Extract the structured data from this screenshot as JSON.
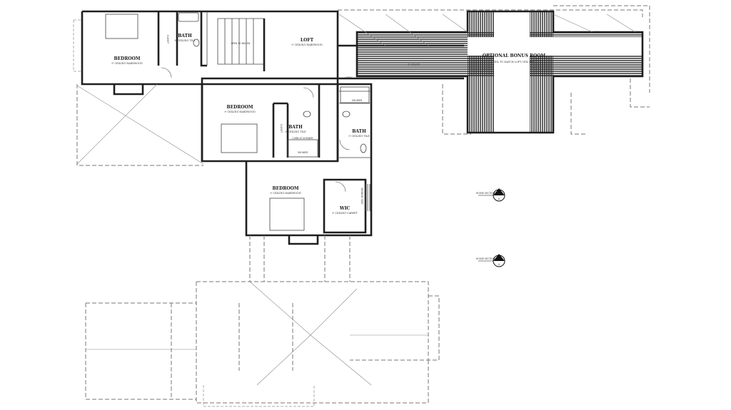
{
  "rooms": {
    "bedroom1": {
      "name": "BEDROOM",
      "sub": "9' CEILING  HARDWOOD"
    },
    "bath1": {
      "name": "BATH",
      "sub": "9' CEILING  TILE"
    },
    "closet1": {
      "name": "CLOSET"
    },
    "open": {
      "name": "OPEN TO BELOW"
    },
    "loft": {
      "name": "LOFT",
      "sub": "9' CEILING  HARDWOOD"
    },
    "bonus": {
      "name": "OPTIONAL BONUS ROOM",
      "sub": "CEIL TO MATCH LOFT CEIL HGT."
    },
    "ceiling_note": "9' CEILING",
    "linen": {
      "name": "LINEN"
    },
    "bedroom2": {
      "name": "BEDROOM",
      "sub": "9' CEILING  HARDWOOD"
    },
    "closet2": {
      "name": "CLOSET"
    },
    "bath2": {
      "name": "BATH",
      "sub": "9' CEILING  TILE"
    },
    "curb": "CURB AT SHOWER",
    "shower2": "SHOWER",
    "shower3": "SHOWER",
    "bath3": {
      "name": "BATH",
      "sub": "9' CEILING  TILE"
    },
    "bedroom3": {
      "name": "BEDROOM",
      "sub": "9' CEILING  HARDWOOD"
    },
    "wic": {
      "name": "WIC",
      "sub": "9' CEILING  CARPET"
    },
    "window_seat": "WINDOW SEAT",
    "section_a": {
      "label": "HOUSE SECTION",
      "code": "A"
    },
    "section_b": {
      "label": "HOUSE SECTION",
      "code": "A"
    }
  }
}
